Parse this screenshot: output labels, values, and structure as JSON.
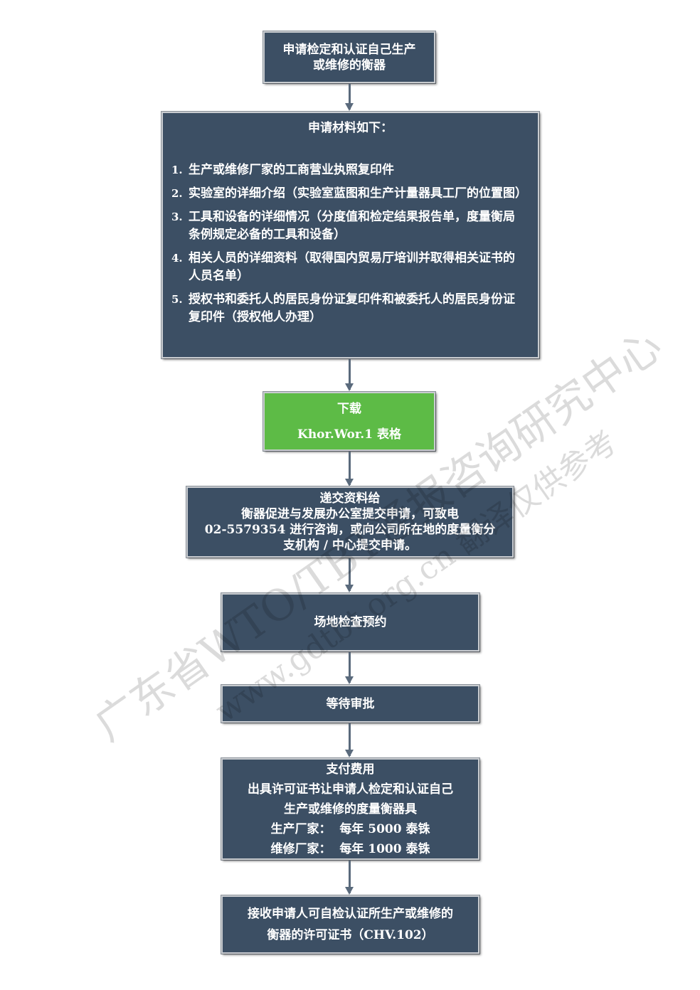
{
  "steps": {
    "apply": {
      "line1": "申请检定和认证自己生产",
      "line2": "或维修的衡器"
    },
    "materials": {
      "title": "申请材料如下：",
      "items": [
        {
          "num": "1.",
          "text": "生产或维修厂家的工商营业执照复印件"
        },
        {
          "num": "2.",
          "text": "实验室的详细介绍（实验室蓝图和生产计量器具工厂的位置图）"
        },
        {
          "num": "3.",
          "text": "工具和设备的详细情况（分度值和检定结果报告单，度量衡局条例规定必备的工具和设备）"
        },
        {
          "num": "4.",
          "text": "相关人员的详细资料（取得国内贸易厅培训并取得相关证书的人员名单）"
        },
        {
          "num": "5.",
          "text": "授权书和委托人的居民身份证复印件和被委托人的居民身份证复印件（授权他人办理）"
        }
      ]
    },
    "download": {
      "line1": "下载",
      "line2": "Khor.Wor.1 表格"
    },
    "submit": {
      "line1": "递交资料给",
      "line2": "衡器促进与发展办公室提交申请，可致电",
      "line3": "02-5579354 进行咨询，或向公司所在地的度量衡分",
      "line4": "支机构 / 中心提交申请。"
    },
    "inspection": {
      "label": "场地检查预约"
    },
    "approval": {
      "label": "等待审批"
    },
    "payment": {
      "line1": "支付费用",
      "line2": "出具许可证书让申请人检定和认证自己",
      "line3": "生产或维修的度量衡器具",
      "line4": "生产厂家：  每年 5000 泰铢",
      "line5": "维修厂家：  每年 1000 泰铢"
    },
    "receive": {
      "line1": "接收申请人可自检认证所生产或维修的",
      "line2": "衡器的许可证书（CHV.102）"
    }
  },
  "watermark": {
    "line1": "广东省WTO/TBT通报咨询研究中心",
    "line2": "www.gdtbt.org.cn 翻译仅供参考"
  },
  "colors": {
    "box_fill": "#3c4f64",
    "download_fill": "#5dbb46",
    "arrow": "#5a6a7c"
  }
}
